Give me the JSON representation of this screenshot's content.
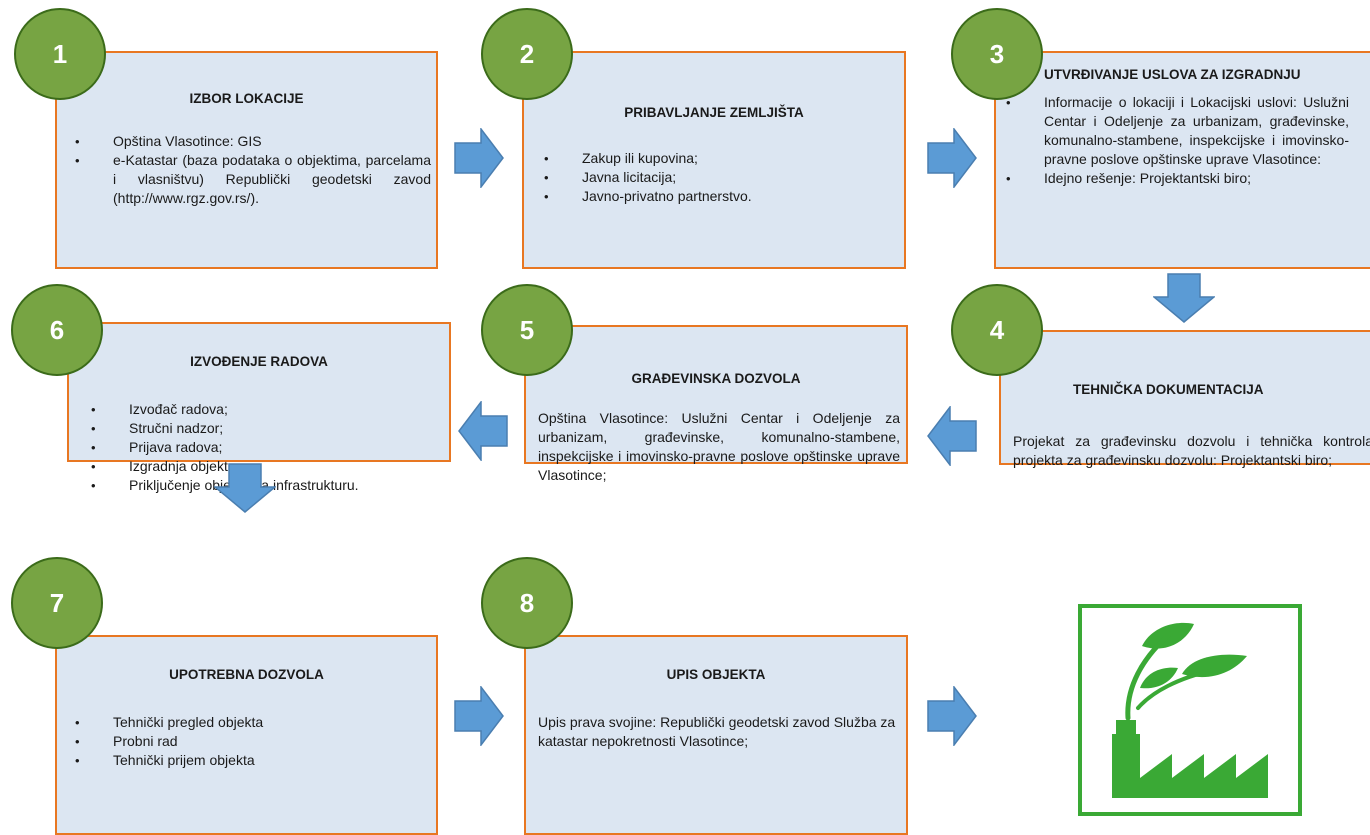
{
  "steps": [
    {
      "number": "1",
      "title": "IZBOR LOKACIJE",
      "bullets": [
        "Opština Vlasotince: GIS",
        "e-Katastar (baza podataka o objektima, parcelama i vlasništvu) Republički geodetski zavod (http://www.rgz.gov.rs/)."
      ]
    },
    {
      "number": "2",
      "title": "PRIBAVLJANJE ZEMLJIŠTA",
      "bullets": [
        "Zakup  ili kupovina;",
        "Javna licitacija;",
        "Javno-privatno partnerstvo."
      ]
    },
    {
      "number": "3",
      "title": "UTVRĐIVANJE USLOVA ZA IZGRADNJU",
      "bullets": [
        "Informacije o lokaciji i Lokacijski uslovi: Uslužni Centar i Odeljenje za urbanizam, građevinske, komunalno-stambene, inspekcijske i imovinsko-pravne poslove opštinske uprave Vlasotince:",
        "Idejno rešenje: Projektantski biro;"
      ]
    },
    {
      "number": "4",
      "title": "TEHNIČKA DOKUMENTACIJA",
      "text": "Projekat za građevinsku dozvolu i tehnička kontrola projekta za građevinsku dozvolu: Projektantski biro;"
    },
    {
      "number": "5",
      "title": "GRAĐEVINSKA DOZVOLA",
      "text": "Opština Vlasotince: Uslužni Centar i Odeljenje za urbanizam, građevinske, komunalno-stambene, inspekcijske i imovinsko-pravne poslove opštinske uprave Vlasotince;"
    },
    {
      "number": "6",
      "title": "IZVOĐENJE RADOVA",
      "bullets": [
        "Izvođač radova;",
        "Stručni nadzor;",
        "Prijava radova;",
        "Izgradnja objekta;",
        "Priključenje objekta na infrastrukturu."
      ]
    },
    {
      "number": "7",
      "title": "UPOTREBNA DOZVOLA",
      "bullets": [
        "Tehnički pregled objekta",
        "Probni rad",
        "Tehnički prijem objekta"
      ]
    },
    {
      "number": "8",
      "title": "UPIS OBJEKTA",
      "text": "Upis prava svojine: Republički geodetski zavod Služba za katastar nepokretnosti Vlasotince;"
    }
  ],
  "colors": {
    "box_fill": "#dce6f2",
    "box_border": "#e87722",
    "circle": "#77a443",
    "arrow": "#5b9bd5",
    "factory": "#3aa935"
  },
  "icons": [
    "arrow-right-icon",
    "arrow-down-icon",
    "arrow-left-icon",
    "factory-leaves-icon"
  ]
}
